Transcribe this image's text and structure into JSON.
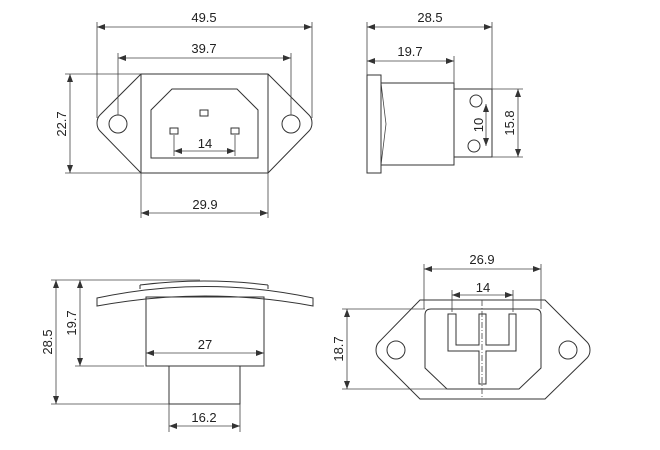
{
  "views": {
    "front": {
      "width_overall": "49.5",
      "hole_spacing": "39.7",
      "height": "22.7",
      "pin_spacing": "14",
      "body_width": "29.9"
    },
    "side": {
      "depth_overall": "28.5",
      "depth_body": "19.7",
      "terminal_spacing": "10",
      "terminal_block_height": "15.8"
    },
    "bottom": {
      "depth_overall": "28.5",
      "depth_body": "19.7",
      "body_width": "27",
      "rear_width": "16.2"
    },
    "rear": {
      "width": "26.9",
      "pin_spacing": "14",
      "height": "18.7"
    }
  },
  "colors": {
    "line": "#333333",
    "background": "#ffffff"
  }
}
